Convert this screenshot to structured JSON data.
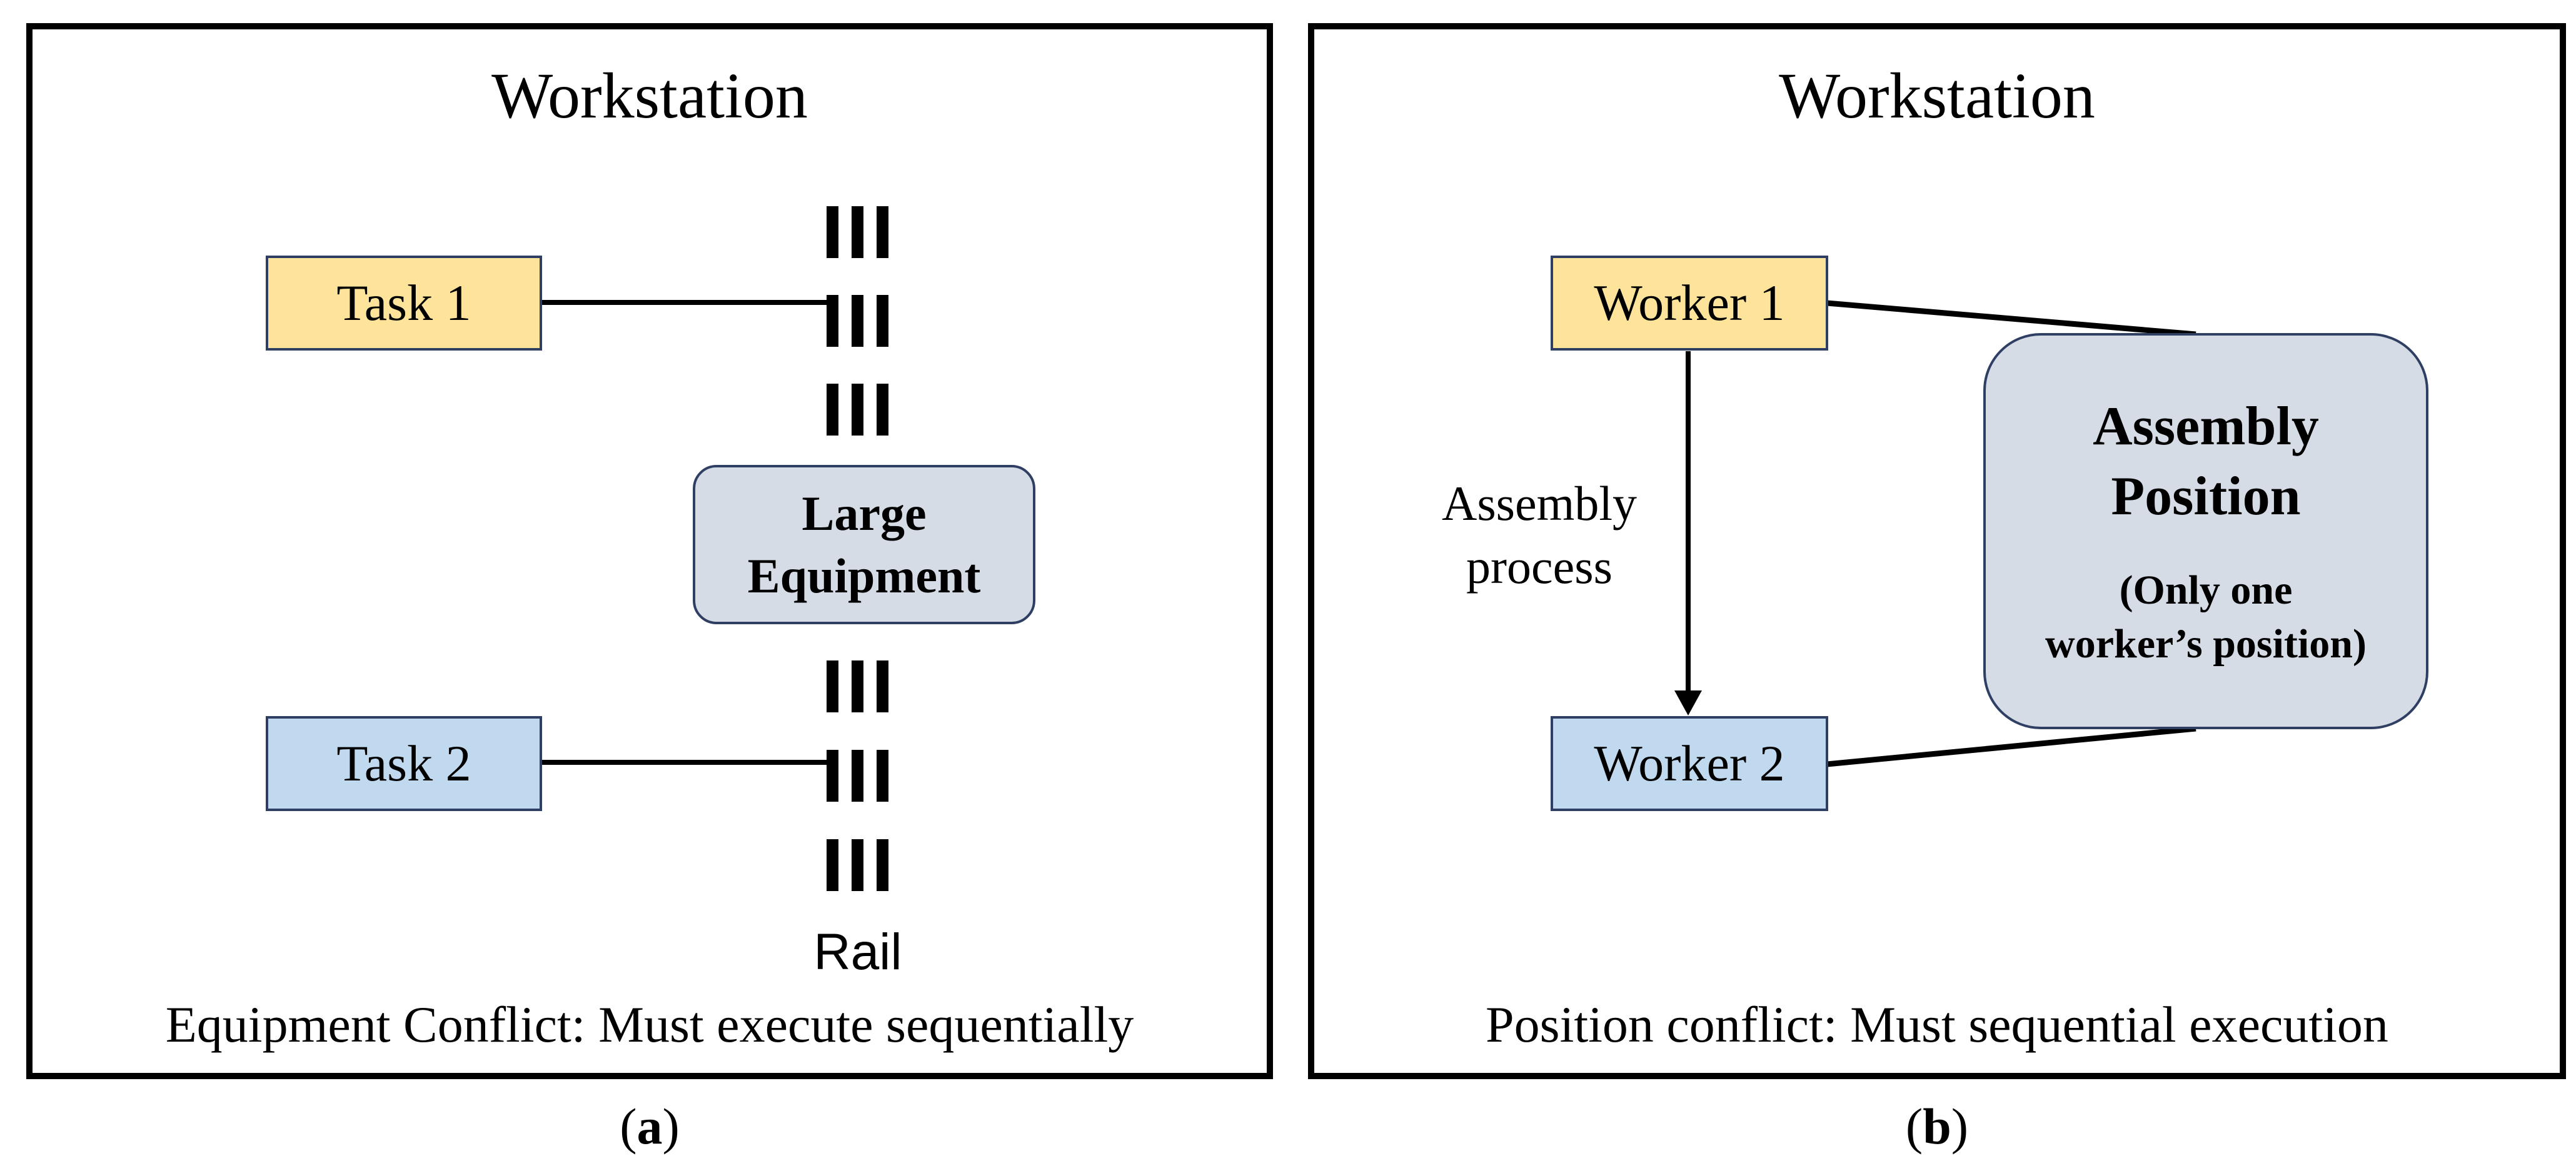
{
  "panel_a": {
    "title": "Workstation",
    "task_1": "Task 1",
    "task_2": "Task 2",
    "equipment_line_1": "Large",
    "equipment_line_2": "Equipment",
    "rail_label": "Rail",
    "caption": "Equipment Conflict: Must execute sequentially",
    "sublabel_open": "(",
    "sublabel_letter": "a",
    "sublabel_close": ")"
  },
  "panel_b": {
    "title": "Workstation",
    "worker_1": "Worker 1",
    "worker_2": "Worker 2",
    "process_line_1": "Assembly",
    "process_line_2": "process",
    "position_line_1": "Assembly",
    "position_line_2": "Position",
    "position_note_line_1": "(Only one",
    "position_note_line_2": "worker’s position)",
    "caption": "Position conflict: Must sequential execution",
    "sublabel_open": "(",
    "sublabel_letter": "b",
    "sublabel_close": ")"
  },
  "colors": {
    "task_fill_yellow": "#fde49a",
    "task_fill_blue": "#c1d9ee",
    "equipment_fill": "#d6dce6",
    "box_border": "#2f3f63",
    "line": "#000000"
  }
}
